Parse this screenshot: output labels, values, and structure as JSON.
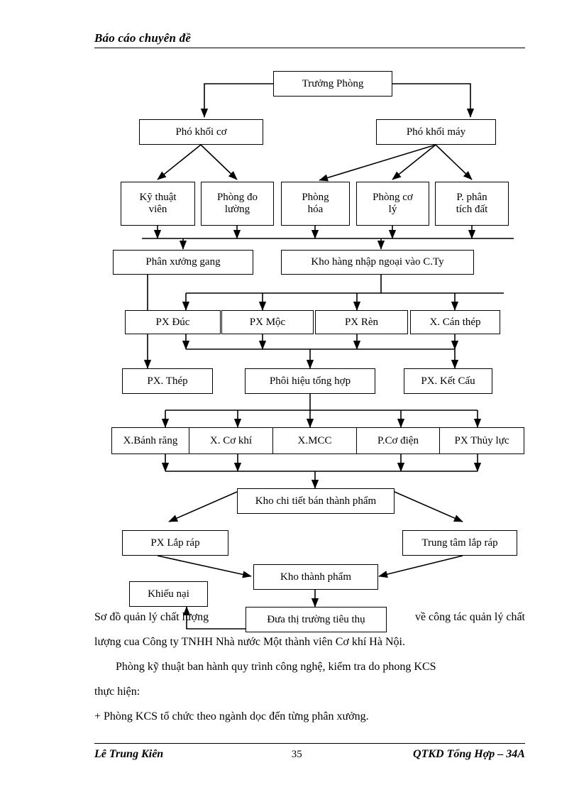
{
  "header": {
    "title": "Báo cáo chuyên đề"
  },
  "footer": {
    "author": "Lê Trung Kiên",
    "page_number": "35",
    "course": "QTKD Tổng Hợp – 34A"
  },
  "diagram": {
    "nodes": {
      "truong_phong": "Trưởng Phòng",
      "pho_khoi_co": "Phó khối cơ",
      "pho_khoi_may": "Phó khối máy",
      "ky_thuat_vien": "Kỹ thuật\nviên",
      "phong_do_luong": "Phòng đo\nlường",
      "phong_hoa": "Phòng\nhóa",
      "phong_co_ly": "Phòng cơ\nlý",
      "p_phan_tich_dat": "P. phân\ntích đất",
      "phan_xuong_gang": "Phân xưởng gang",
      "kho_hang_nhap": "Kho hàng nhập ngoại vào C.Ty",
      "px_duc": "PX Đúc",
      "px_moc": "PX Mộc",
      "px_ren": "PX Rèn",
      "x_can_thep": "X. Cán thép",
      "px_thep": "PX. Thép",
      "phoi_hieu_tong_hop": "Phôi hiệu tổng hợp",
      "px_ket_cau": "PX. Kết Cấu",
      "x_banh_rang": "X.Bánh răng",
      "x_co_khi": "X. Cơ khí",
      "x_mcc": "X.MCC",
      "p_co_dien": "P.Cơ điện",
      "px_thuy_luc": "PX Thủy lực",
      "kho_chi_tiet": "Kho chi tiết bán thành phẩm",
      "px_lap_rap": "PX Lắp ráp",
      "trung_tam_lap_rap": "Trung tâm lắp ráp",
      "kho_thanh_pham": "Kho thành phẩm",
      "khieu_nai": "Khiếu nại",
      "dua_thi_truong": "Đưa thị trường tiêu thụ"
    }
  },
  "body": {
    "p1_a": "Sơ đồ quản lý chất lượng",
    "p1_b": "về công tác quản lý chất",
    "p1_line2": "lượng cua Công ty TNHH Nhà nước Một thành viên Cơ khí Hà Nội.",
    "p2_line1": "Phòng kỹ thuật ban hành quy trình công nghệ, kiểm tra do phong KCS",
    "p2_line2": "thực hiện:",
    "p3": "+ Phòng KCS tổ chức theo ngành dọc đến từng phân xưởng."
  }
}
